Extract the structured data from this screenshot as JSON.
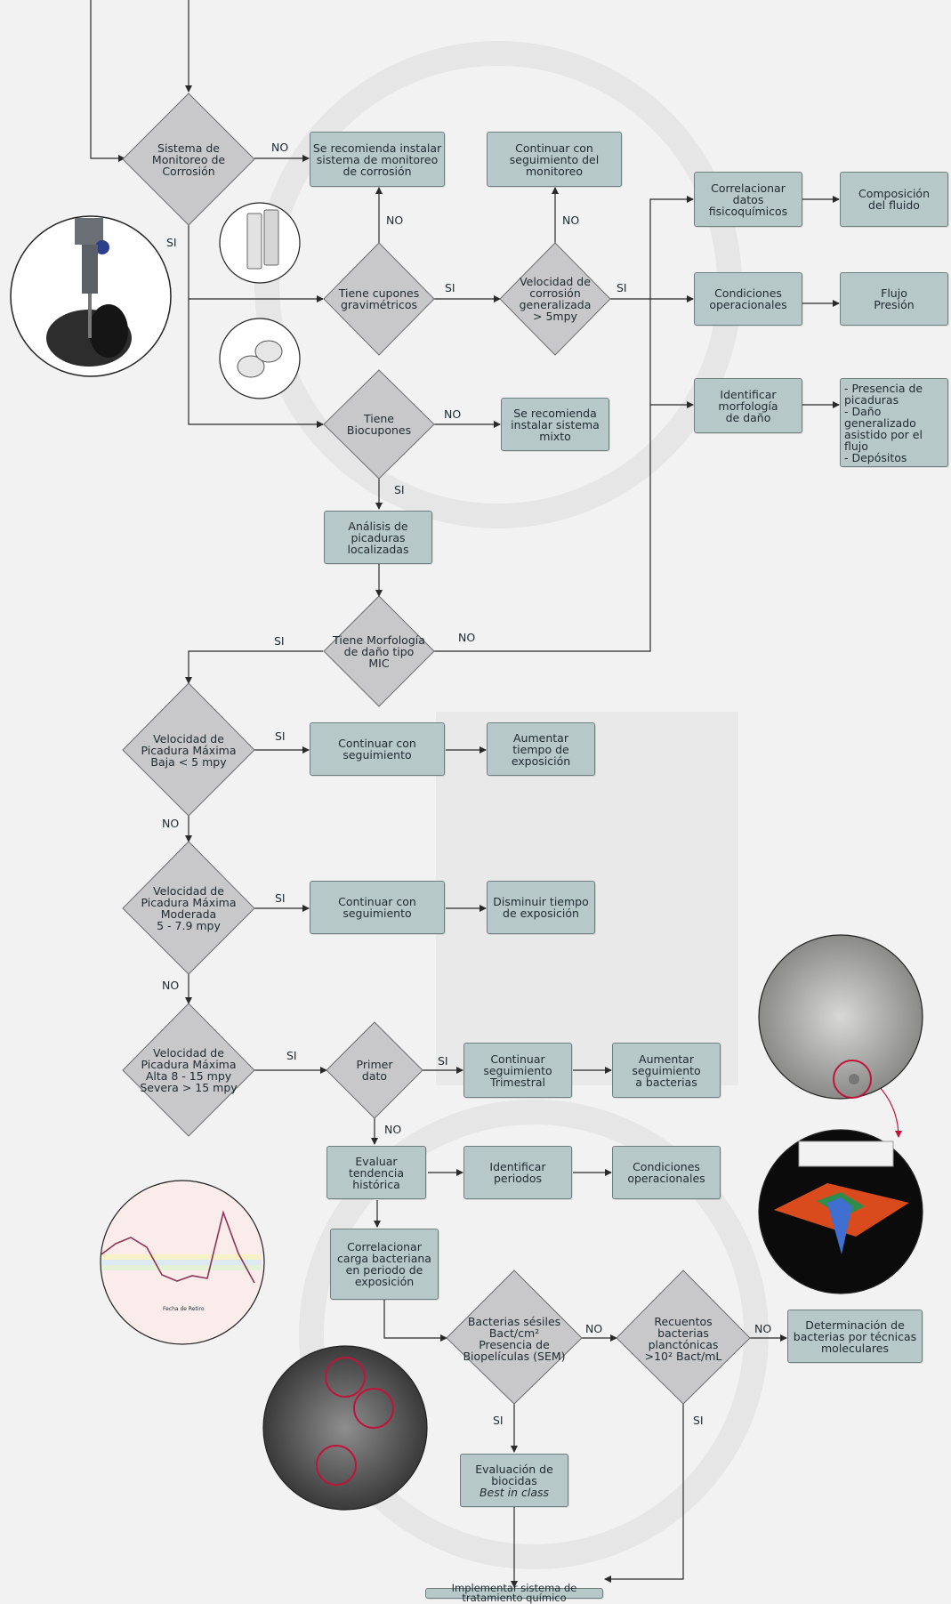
{
  "diagram": {
    "nodes": {
      "d_sistema": "Sistema de\nMonitoreo de\nCorrosión",
      "b_instalar_monitoreo": "Se recomienda instalar\nsistema de monitoreo\nde corrosión",
      "b_continuar_monitoreo": "Continuar con\nseguimiento del\nmonitoreo",
      "d_cupones": "Tiene cupones\ngravimétricos",
      "d_velocidad_corrosion": "Velocidad de\ncorrosión\ngeneralizada\n> 5mpy",
      "b_correlacionar_datos": "Correlacionar\ndatos\nfisicoquímicos",
      "b_composicion": "Composición\ndel fluido",
      "b_cond_oper_1": "Condiciones\noperacionales",
      "b_flujo_presion": "Flujo\nPresión",
      "b_identificar_morfologia": "Identificar\nmorfología\nde daño",
      "b_presencia": "- Presencia de\n  picaduras\n- Daño generalizado\n  asistido por el flujo\n- Depósitos",
      "d_biocupones": "Tiene\nBiocupones",
      "b_instalar_mixto": "Se recomienda\ninstalar sistema\nmixto",
      "b_analisis_picaduras": "Análisis de\npicaduras\nlocalizadas",
      "d_morfologia_mic": "Tiene Morfología\nde daño tipo\nMIC",
      "d_vel_baja": "Velocidad de\nPicadura Máxima\nBaja < 5 mpy",
      "b_continuar_1": "Continuar con\nseguimiento",
      "b_aumentar_tiempo": "Aumentar\ntiempo de\nexposición",
      "d_vel_moderada": "Velocidad de\nPicadura Máxima\nModerada\n5 - 7.9 mpy",
      "b_continuar_2": "Continuar con\nseguimiento",
      "b_disminuir_tiempo": "Disminuir tiempo\nde exposición",
      "d_vel_alta": "Velocidad de\nPicadura Máxima\nAlta 8 - 15 mpy\nSevera > 15 mpy",
      "d_primer_dato": "Primer\ndato",
      "b_continuar_trimestral": "Continuar\nseguimiento\nTrimestral",
      "b_aumentar_bacterias": "Aumentar\nseguimiento\na bacterias",
      "b_evaluar_tendencia": "Evaluar\ntendencia\nhistórica",
      "b_identificar_periodos": "Identificar\nperiodos",
      "b_cond_oper_2": "Condiciones\noperacionales",
      "b_correlacionar_carga": "Correlacionar\ncarga bacteriana\nen periodo de\nexposición",
      "d_bacterias_sesiles": "Bacterias sésiles\nBact/cm²\nPresencia de\nBiopelículas (SEM)",
      "d_recuentos": "Recuentos\nbacterias\nplanctónicas\n>10² Bact/mL",
      "b_determinacion": "Determinación de\nbacterias por técnicas\nmoleculares",
      "b_evaluacion_biocidas_l1": "Evaluación de",
      "b_evaluacion_biocidas_l2": "biocidas",
      "b_evaluacion_biocidas_l3": "Best in class",
      "b_implementar": "Implementar sistema de\ntratamiento químico"
    },
    "edge_labels": {
      "no_1": "NO",
      "si_1": "SI",
      "no_2": "NO",
      "si_2": "SI",
      "no_3": "NO",
      "si_3": "SI",
      "no_4": "NO",
      "si_4": "SI",
      "si_5": "SI",
      "no_5": "NO",
      "si_6": "SI",
      "no_6": "NO",
      "si_7": "SI",
      "no_7": "NO",
      "si_8": "SI",
      "si_9": "SI",
      "no_8": "NO",
      "no_9": "NO",
      "no_10": "NO",
      "si_10": "SI",
      "si_11": "SI"
    },
    "chart_inset": {
      "xlabel": "Fecha de Retiro"
    },
    "colors": {
      "box_fill": "#b7c8c9",
      "diamond_fill": "#c8c8ca",
      "line": "#2a2a2a",
      "highlight": "#c0143c"
    }
  }
}
